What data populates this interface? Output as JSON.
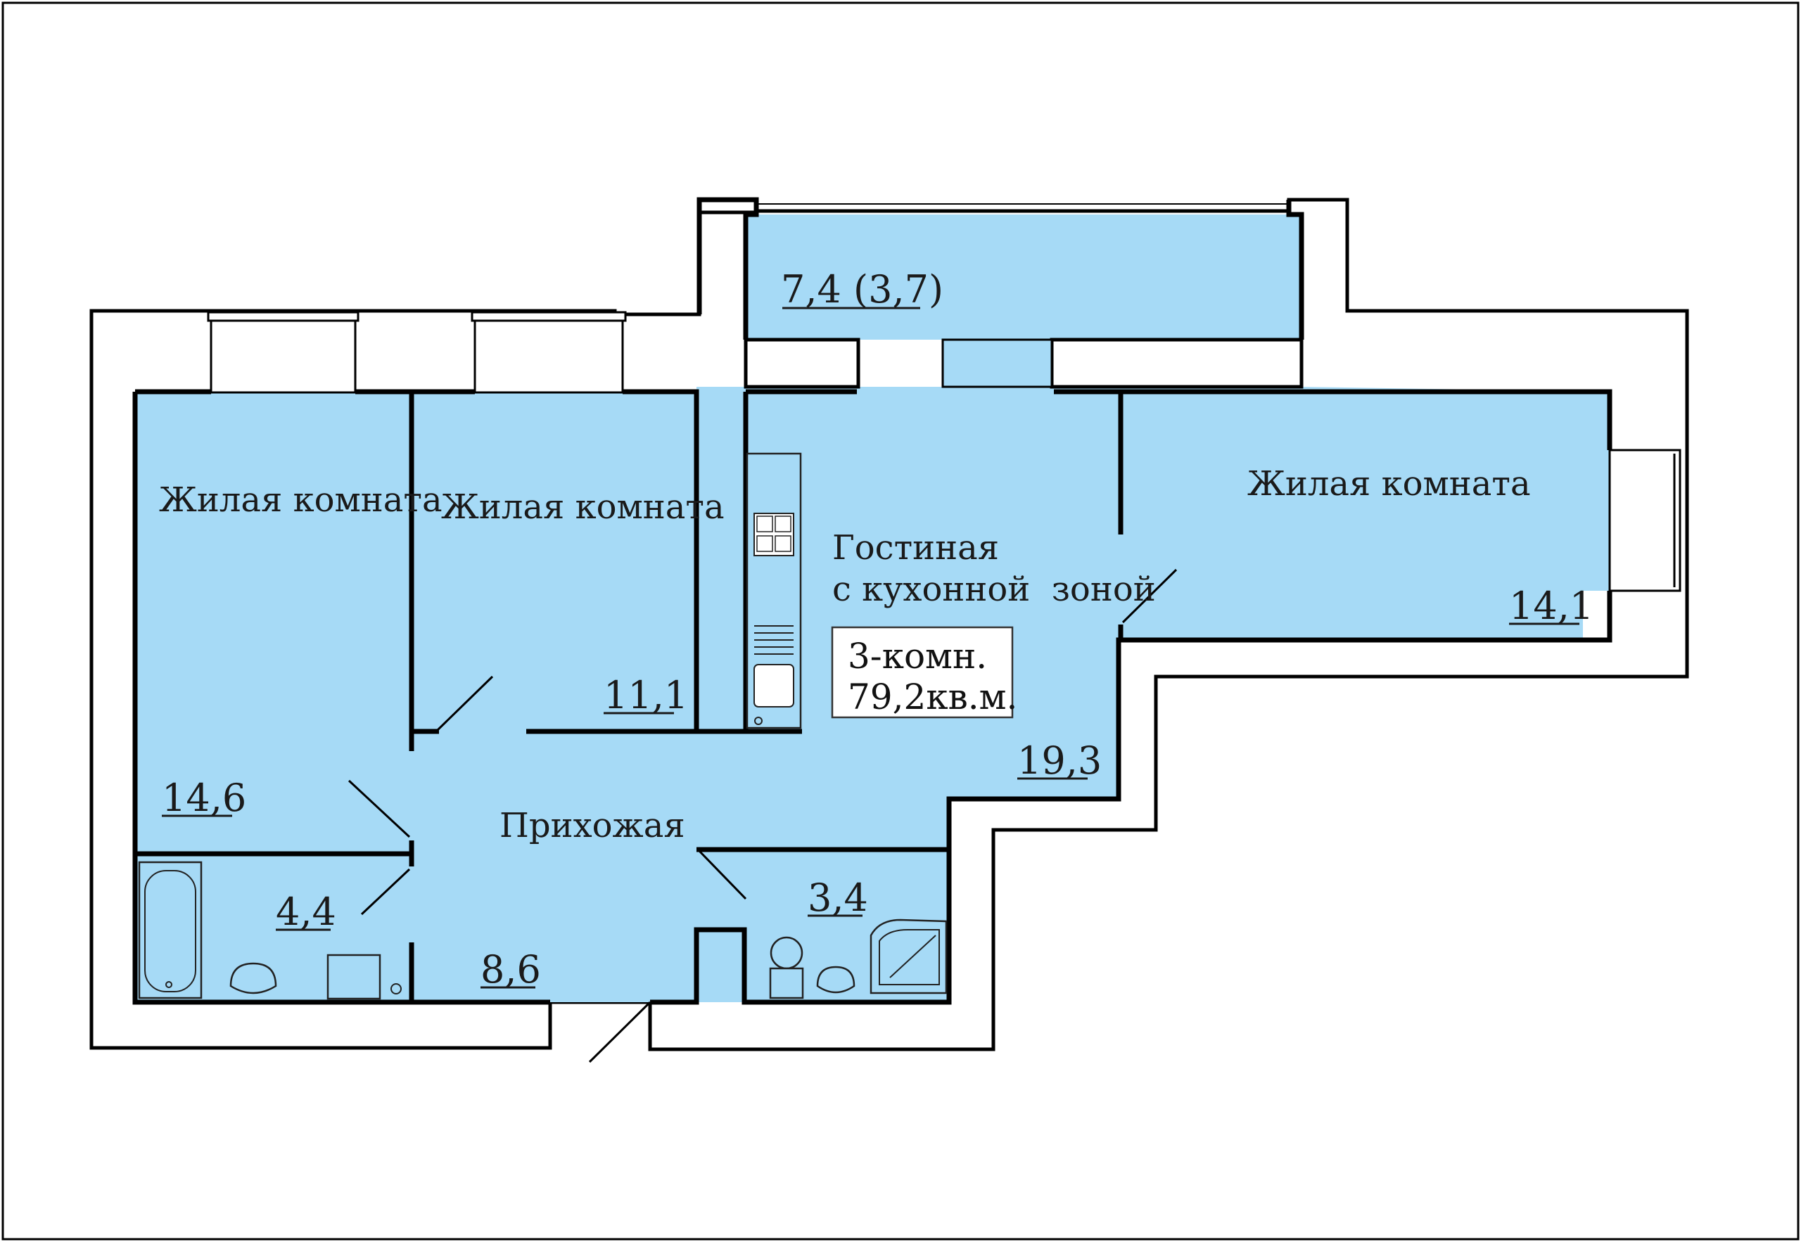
{
  "plan": {
    "rooms": {
      "bedroom_left": {
        "label": "Жилая комната",
        "area": "14,6"
      },
      "bedroom_mid": {
        "label": "Жилая комната",
        "area": "11,1"
      },
      "bedroom_right": {
        "label": "Жилая комната",
        "area": "14,1"
      },
      "living": {
        "label_line1": "Гостиная",
        "label_line2": "с кухонной  зоной",
        "area": "19,3"
      },
      "hall": {
        "label": "Прихожая",
        "area": "8,6"
      },
      "bath_left": {
        "area": "4,4"
      },
      "bath_right": {
        "area": "3,4"
      },
      "balcony": {
        "area": "7,4 (3,7)"
      }
    },
    "summary": {
      "rooms": "3-комн.",
      "total": "79,2кв.м."
    },
    "colors": {
      "floor": "#a6daf6",
      "walls": "#000000",
      "background": "#ffffff"
    }
  }
}
